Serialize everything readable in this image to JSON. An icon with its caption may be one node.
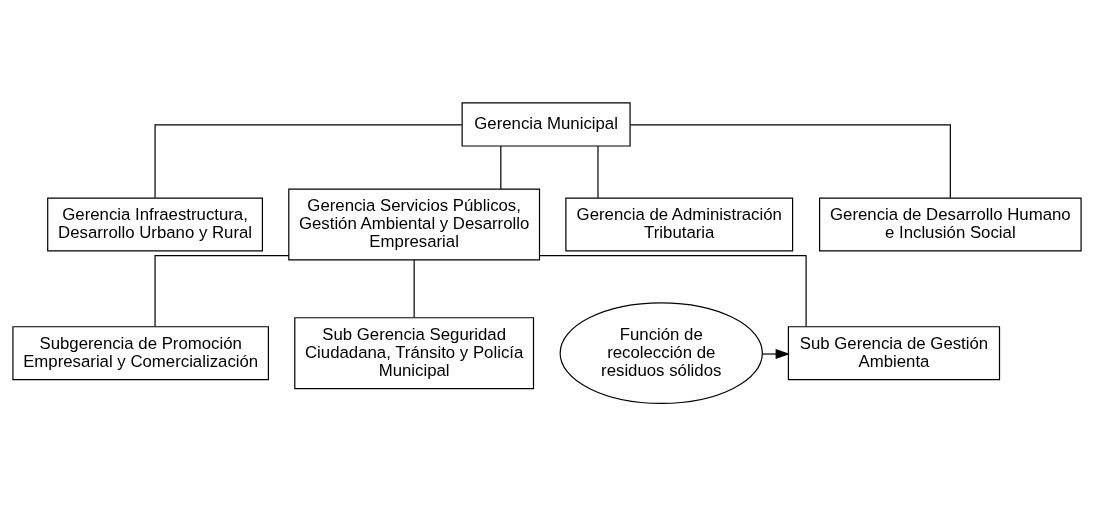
{
  "diagram": {
    "nodes": [
      {
        "text": [
          "Gerencia Municipal"
        ]
      },
      {
        "text": [
          "Gerencia Infraestructura, Desarrollo Urbano y Rural"
        ]
      },
      {
        "text": [
          "Gerencia Servicios Públicos, Gestión Ambiental y Desarrollo Empresarial"
        ]
      },
      {
        "text": [
          "Gerencia de Administración Tributaria"
        ]
      },
      {
        "text": [
          "Gerencia de Desarrollo Humano e Inclusión Social"
        ]
      },
      {
        "text": [
          "Subgerencia de Promoción Empresarial y Comercialización"
        ]
      },
      {
        "text": [
          "Sub Gerencia Seguridad Ciudadana, Tránsito y Policía Municipal"
        ]
      },
      {
        "text": [
          "Sub Gerencia de Gestión Ambienta"
        ]
      },
      {
        "text": [
          "Función de recolección de residuos sólidos"
        ]
      }
    ],
    "edges": [
      {
        "from": 0,
        "to": 1,
        "arrow": "none"
      },
      {
        "from": 0,
        "to": 2,
        "arrow": "none"
      },
      {
        "from": 0,
        "to": 3,
        "arrow": "none"
      },
      {
        "from": 0,
        "to": 4,
        "arrow": "none"
      },
      {
        "from": 2,
        "to": 5,
        "arrow": "none"
      },
      {
        "from": 2,
        "to": 6,
        "arrow": "none"
      },
      {
        "from": 2,
        "to": 7,
        "arrow": "none"
      },
      {
        "from": 8,
        "to": 7,
        "arrow": "to"
      }
    ]
  }
}
